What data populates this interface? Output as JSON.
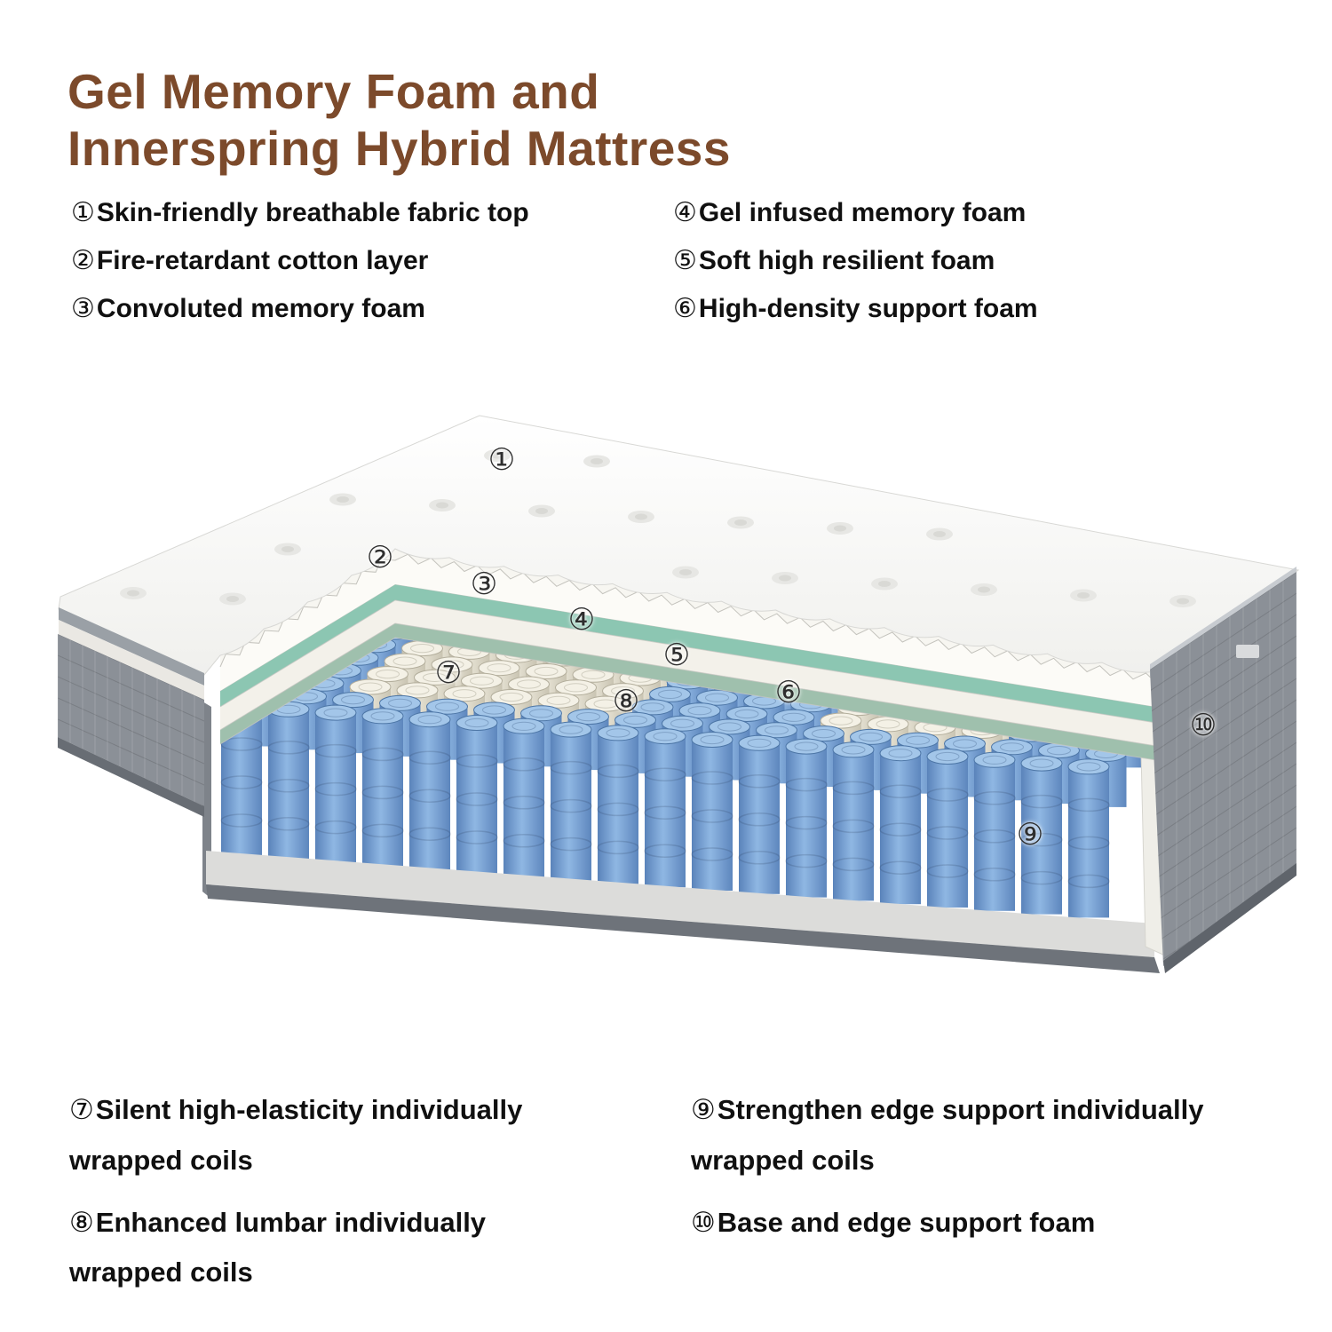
{
  "title": {
    "line1": "Gel Memory Foam and",
    "line2": "Innerspring Hybrid Mattress"
  },
  "features": {
    "top_left": [
      {
        "num": "①",
        "text": "Skin-friendly breathable fabric top"
      },
      {
        "num": "②",
        "text": "Fire-retardant cotton layer"
      },
      {
        "num": "③",
        "text": "Convoluted memory foam"
      }
    ],
    "top_right": [
      {
        "num": "④",
        "text": "Gel infused memory foam"
      },
      {
        "num": "⑤",
        "text": "Soft high resilient foam"
      },
      {
        "num": "⑥",
        "text": "High-density support foam"
      }
    ],
    "bottom_left": [
      {
        "num": "⑦",
        "text": "Silent high-elasticity individually wrapped coils"
      },
      {
        "num": "⑧",
        "text": "Enhanced lumbar individually wrapped coils"
      }
    ],
    "bottom_right": [
      {
        "num": "⑨",
        "text": "Strengthen edge support individually wrapped coils"
      },
      {
        "num": "⑩",
        "text": "Base and edge support foam"
      }
    ]
  },
  "diagram": {
    "callouts": [
      "①",
      "②",
      "③",
      "④",
      "⑤",
      "⑥",
      "⑦",
      "⑧",
      "⑨",
      "⑩"
    ]
  },
  "colors": {
    "title": "#7C4A2B",
    "text": "#101010",
    "foam_green": "#8CC6B2",
    "foam_green2": "#9FC0AD",
    "coil_blue_top": "#A3C6E9",
    "coil_cream_top": "#F4F1E6",
    "base_gray": "#8B9097"
  }
}
